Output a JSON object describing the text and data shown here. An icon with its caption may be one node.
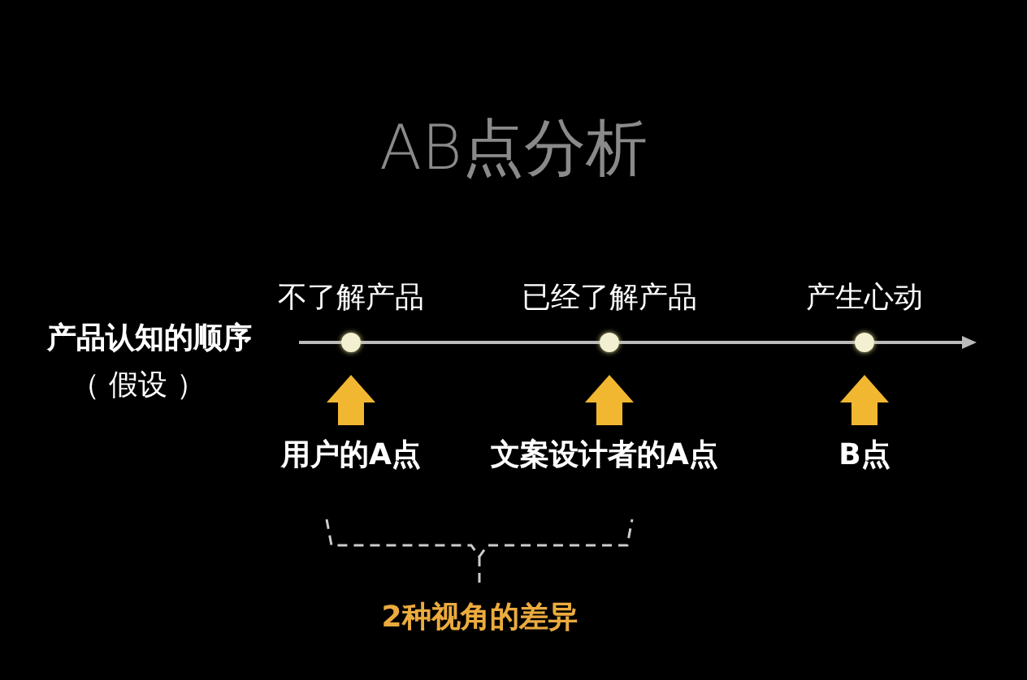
{
  "diagram": {
    "title": "AB点分析",
    "nodes": [
      {
        "text": [
          "产品认知的顺序",
          "（ 假设 ）"
        ]
      },
      {
        "text": [],
        "shape": "circle",
        "beside": [
          "不了解产品"
        ]
      },
      {
        "text": [],
        "shape": "circle",
        "beside": [
          "已经了解产品"
        ]
      },
      {
        "text": [],
        "shape": "circle",
        "beside": [
          "产生心动"
        ]
      },
      {
        "text": [
          "用户的A点"
        ]
      },
      {
        "text": [
          "文案设计者的A点"
        ]
      },
      {
        "text": [
          "B点"
        ]
      }
    ],
    "edges": [
      {
        "from": 0,
        "to": 1,
        "arrow": "none"
      },
      {
        "from": 1,
        "to": 2,
        "arrow": "none"
      },
      {
        "from": 2,
        "to": 3,
        "arrow": "none"
      },
      {
        "from": 3,
        "to": null,
        "arrow": "to"
      },
      {
        "from": 4,
        "to": 1,
        "arrow": "to",
        "style": "thick",
        "color": "#f2b731"
      },
      {
        "from": 5,
        "to": 2,
        "arrow": "to",
        "style": "thick",
        "color": "#f2b731"
      },
      {
        "from": 6,
        "to": 3,
        "arrow": "to",
        "style": "thick",
        "color": "#f2b731"
      }
    ],
    "labels": [
      "2种视角的差异"
    ]
  }
}
